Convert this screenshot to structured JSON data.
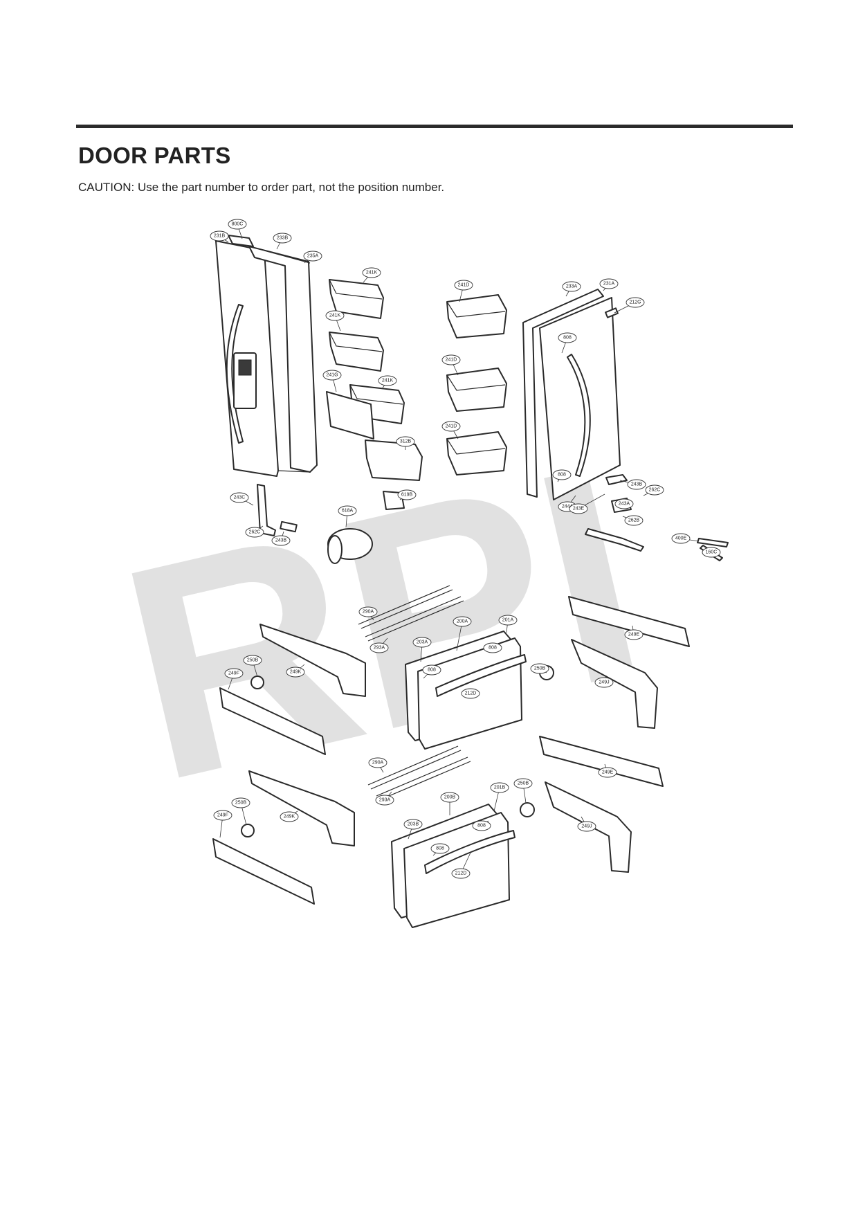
{
  "header": {
    "title": "DOOR PARTS",
    "caution": "CAUTION: Use the part number to order part, not the position number."
  },
  "watermark": "RPI",
  "colors": {
    "rule": "#2b2b2b",
    "watermark": "#c9c9c9",
    "line": "#2a2a2a"
  },
  "callouts": [
    "800C",
    "231B",
    "233B",
    "235A",
    "241K",
    "241K",
    "241G",
    "241K",
    "312B",
    "241D",
    "241D",
    "241D",
    "233A",
    "231A",
    "212G",
    "808",
    "808",
    "243C",
    "262C",
    "243B",
    "619B",
    "618A",
    "244A",
    "243E",
    "243A",
    "262C",
    "243B",
    "262B",
    "400E",
    "160C",
    "290A",
    "293A",
    "200A",
    "201A",
    "203A",
    "808",
    "808",
    "212D",
    "250B",
    "249F",
    "249K",
    "250B",
    "249E",
    "249J",
    "290A",
    "293A",
    "250B",
    "249F",
    "249K",
    "200B",
    "201B",
    "250B",
    "203B",
    "808",
    "808",
    "212D",
    "249E",
    "249J"
  ]
}
